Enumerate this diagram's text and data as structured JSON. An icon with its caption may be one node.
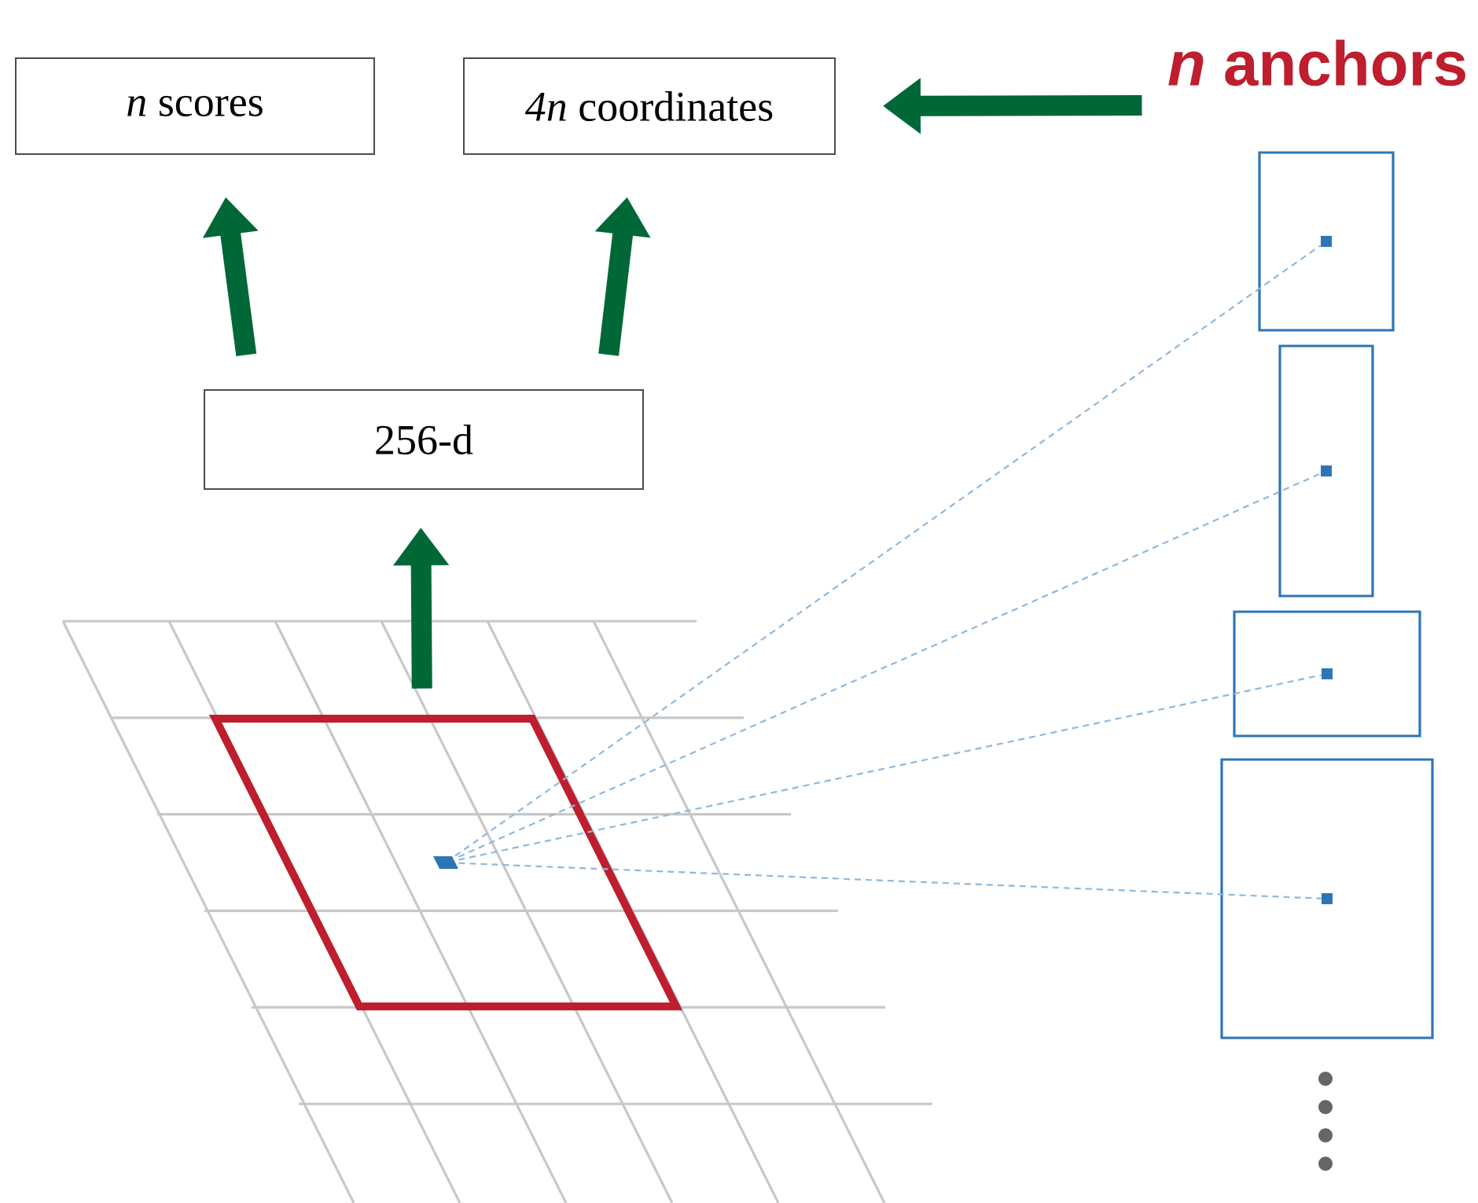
{
  "diagram": {
    "nodes": [
      {
        "text": [
          "*n* scores"
        ]
      },
      {
        "text": [
          "*4n* coordinates"
        ]
      },
      {
        "text": [
          "256-d"
        ]
      },
      {
        "text": [
          "*n* anchors"
        ]
      },
      {
        "text": [],
        "shape": "parallelogram"
      },
      {
        "text": [],
        "shape": "parallelogram",
        "in": 4
      },
      {
        "text": [],
        "shape": "box"
      },
      {
        "text": [],
        "shape": "box",
        "in": 6
      },
      {
        "text": [],
        "shape": "box"
      },
      {
        "text": [],
        "shape": "box",
        "in": 8
      },
      {
        "text": [],
        "shape": "box"
      },
      {
        "text": [],
        "shape": "box",
        "in": 10
      },
      {
        "text": [],
        "shape": "box"
      },
      {
        "text": [],
        "shape": "box",
        "in": 12
      }
    ],
    "edges": [
      {
        "from": 2,
        "to": 0,
        "arrow": "to",
        "style": "thick"
      },
      {
        "from": 2,
        "to": 1,
        "arrow": "to",
        "style": "thick"
      },
      {
        "from": 3,
        "to": 1,
        "arrow": "to",
        "style": "thick"
      },
      {
        "from": 4,
        "to": 2,
        "arrow": "to",
        "style": "thick"
      },
      {
        "from": 5,
        "to": 7,
        "arrow": "none",
        "style": "dashed",
        "color": "#8fb8dc"
      },
      {
        "from": 5,
        "to": 9,
        "arrow": "none",
        "style": "dashed",
        "color": "#8fb8dc"
      },
      {
        "from": 5,
        "to": 11,
        "arrow": "none",
        "style": "dashed",
        "color": "#8fb8dc"
      },
      {
        "from": 5,
        "to": 13,
        "arrow": "none",
        "style": "dashed",
        "color": "#8fb8dc"
      }
    ]
  }
}
